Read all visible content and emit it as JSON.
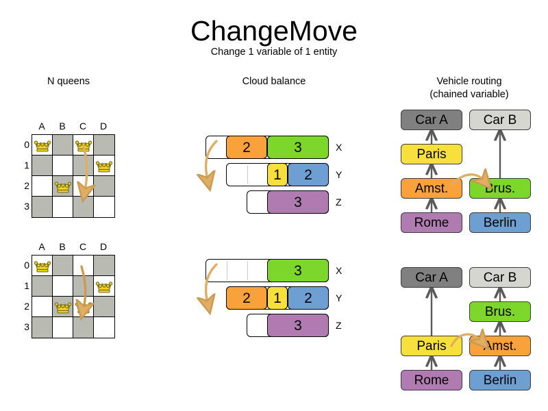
{
  "header": {
    "title": "ChangeMove",
    "subtitle": "Change 1 variable of 1 entity"
  },
  "columns": {
    "queens_title": "N queens",
    "cloud_title": "Cloud balance",
    "vrp_title_line1": "Vehicle routing",
    "vrp_title_line2": "(chained variable)"
  },
  "colors": {
    "board_light": "#ffffff",
    "board_dark": "#b9bbb3",
    "queen_gold": "#f2d024",
    "arrow": "#e0ae62",
    "orange": "#f9a13a",
    "green": "#7dd62a",
    "yellow": "#f7e03c",
    "blue": "#6d9fd2",
    "purple": "#b07bb0",
    "car_a_gray": "#808080",
    "car_b_gray": "#d6d6d1",
    "edge_gray": "#5a5a5a"
  },
  "nqueens": {
    "files": [
      "A",
      "B",
      "C",
      "D"
    ],
    "ranks": [
      "0",
      "1",
      "2",
      "3"
    ],
    "before": {
      "queens": [
        {
          "file": "A",
          "rank": "0"
        },
        {
          "file": "C",
          "rank": "0"
        },
        {
          "file": "D",
          "rank": "1"
        },
        {
          "file": "B",
          "rank": "2"
        }
      ],
      "move_from": {
        "file": "C",
        "rank": "0"
      },
      "move_to": {
        "file": "C",
        "rank": "2"
      }
    },
    "after": {
      "queens": [
        {
          "file": "A",
          "rank": "0"
        },
        {
          "file": "D",
          "rank": "1"
        },
        {
          "file": "B",
          "rank": "2"
        },
        {
          "file": "C",
          "rank": "2"
        }
      ],
      "move_from": {
        "file": "C",
        "rank": "0"
      },
      "move_to": {
        "file": "C",
        "rank": "2"
      }
    }
  },
  "cloudbalance": {
    "computer_labels": [
      "X",
      "Y",
      "Z"
    ],
    "before": {
      "rows": [
        {
          "label": "X",
          "capacity_units": 6,
          "processes": [
            {
              "value": "2",
              "color": "#f9a13a",
              "start": 1,
              "size": 2
            },
            {
              "value": "3",
              "color": "#7dd62a",
              "start": 3,
              "size": 3
            }
          ]
        },
        {
          "label": "Y",
          "capacity_units": 5,
          "processes": [
            {
              "value": "1",
              "color": "#f7e03c",
              "start": 2,
              "size": 1
            },
            {
              "value": "2",
              "color": "#6d9fd2",
              "start": 3,
              "size": 2
            }
          ]
        },
        {
          "label": "Z",
          "capacity_units": 4,
          "processes": [
            {
              "value": "3",
              "color": "#b07bb0",
              "start": 1,
              "size": 3
            }
          ]
        }
      ]
    },
    "after": {
      "rows": [
        {
          "label": "X",
          "capacity_units": 6,
          "processes": [
            {
              "value": "3",
              "color": "#7dd62a",
              "start": 3,
              "size": 3
            }
          ]
        },
        {
          "label": "Y",
          "capacity_units": 5,
          "processes": [
            {
              "value": "2",
              "color": "#f9a13a",
              "start": 0,
              "size": 2
            },
            {
              "value": "1",
              "color": "#f7e03c",
              "start": 2,
              "size": 1
            },
            {
              "value": "2",
              "color": "#6d9fd2",
              "start": 3,
              "size": 2
            }
          ]
        },
        {
          "label": "Z",
          "capacity_units": 4,
          "processes": [
            {
              "value": "3",
              "color": "#b07bb0",
              "start": 1,
              "size": 3
            }
          ]
        }
      ]
    },
    "moved_process": "2"
  },
  "vehiclerouting": {
    "before": {
      "vehicles": [
        {
          "name": "Car A",
          "color": "#808080",
          "chain": [
            "Rome",
            "Amst.",
            "Paris"
          ]
        },
        {
          "name": "Car B",
          "color": "#d6d6d1",
          "chain": [
            "Berlin",
            "Brus."
          ]
        }
      ]
    },
    "after": {
      "vehicles": [
        {
          "name": "Car A",
          "color": "#808080",
          "chain": [
            "Rome",
            "Paris"
          ]
        },
        {
          "name": "Car B",
          "color": "#d6d6d1",
          "chain": [
            "Berlin",
            "Amst.",
            "Brus."
          ]
        }
      ]
    },
    "node_colors": {
      "Paris": "#f7e03c",
      "Brus.": "#7dd62a",
      "Amst.": "#f9a13a",
      "Rome": "#b07bb0",
      "Berlin": "#6d9fd2"
    },
    "moved_node": "Amst."
  }
}
